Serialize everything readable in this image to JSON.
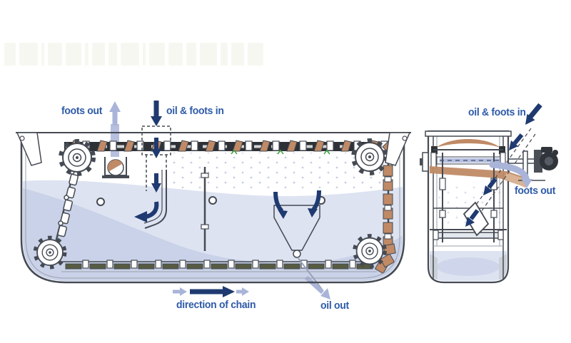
{
  "main_view": {
    "labels": {
      "foots_out": "foots out",
      "oil_foots_in": "oil & foots in",
      "direction_of_chain": "direction of chain",
      "oil_out": "oil out"
    }
  },
  "side_view": {
    "labels": {
      "oil_foots_in": "oil & foots in",
      "foots_out": "foots out"
    }
  },
  "colors": {
    "label": "#2e5ba8",
    "navy": "#1f3a70",
    "periwinkle": "#a9b4d8",
    "copper": "#c08a66",
    "copperL": "#d9b394",
    "olive": "#565b41",
    "chain": "#2e3237",
    "ink": "#454a53",
    "liqL": "#dde3f1",
    "liqD": "#c9d2e8",
    "green": "#3fa23f"
  }
}
